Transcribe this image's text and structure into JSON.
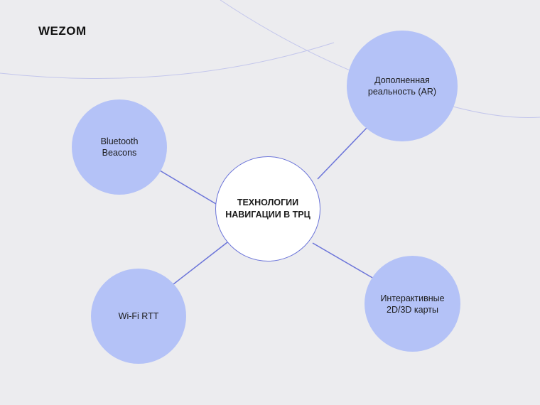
{
  "brand": {
    "logo_text": "WEZOM"
  },
  "diagram": {
    "center": {
      "label": "ТЕХНОЛОГИИ\nНАВИГАЦИИ В ТРЦ"
    },
    "nodes": [
      {
        "id": "bluetooth",
        "label": "Bluetooth\nBeacons"
      },
      {
        "id": "ar",
        "label": "Дополненная\nреальность (AR)"
      },
      {
        "id": "wifi",
        "label": "Wi-Fi RTT"
      },
      {
        "id": "maps",
        "label": "Интерактивные\n2D/3D карты"
      }
    ]
  },
  "colors": {
    "background": "#ececef",
    "node_fill": "#b4c2f7",
    "connector": "#6b74d9",
    "decor_line": "#c3c6ec"
  }
}
